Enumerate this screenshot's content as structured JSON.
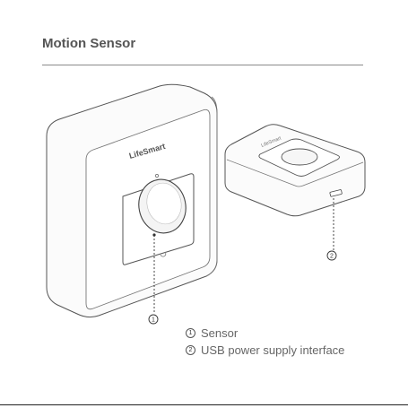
{
  "header": {
    "title": "Motion Sensor"
  },
  "devices": {
    "wall_sensor_brand": "LifeSmart",
    "hub_brand": "LifeSmart"
  },
  "callouts": [
    {
      "number": "1",
      "label": "Sensor"
    },
    {
      "number": "2",
      "label": "USB power supply interface"
    }
  ]
}
